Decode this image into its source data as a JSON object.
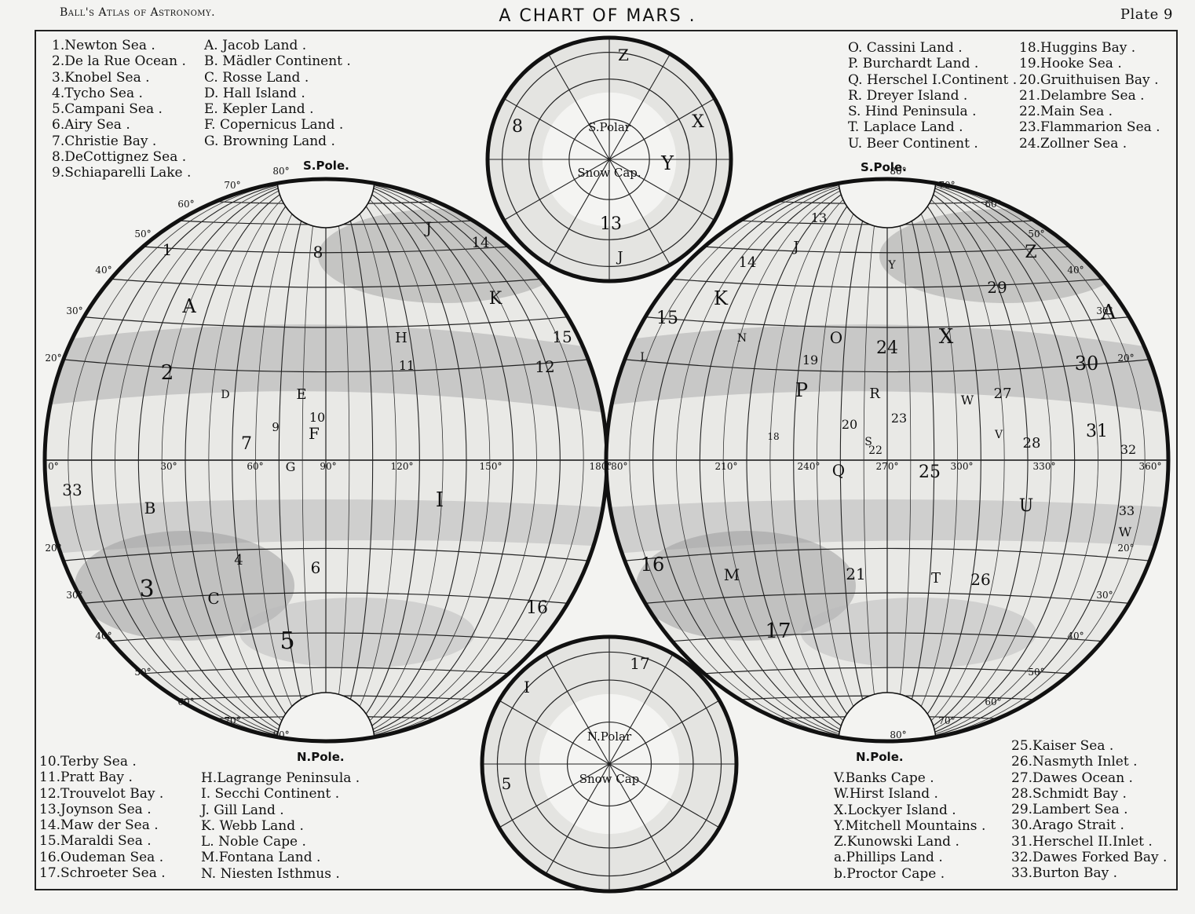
{
  "header": {
    "left": "Ball's Atlas of Astronomy.",
    "title": "A CHART OF MARS .",
    "right": "Plate 9"
  },
  "legend_seas_top": [
    "1.Newton Sea .",
    "2.De la Rue Ocean .",
    "3.Knobel Sea .",
    "4.Tycho Sea .",
    "5.Campani Sea .",
    "6.Airy Sea .",
    "7.Christie Bay .",
    "8.DeCottignez Sea .",
    "9.Schiaparelli Lake ."
  ],
  "legend_lands_top": [
    "A. Jacob Land .",
    "B. Mädler Continent .",
    "C. Rosse Land .",
    "D. Hall Island .",
    "E. Kepler Land .",
    "F. Copernicus Land .",
    "G. Browning Land ."
  ],
  "legend_top_right_a": [
    "O. Cassini Land .",
    "P. Burchardt Land .",
    "Q. Herschel I.Continent .",
    "R. Dreyer Island .",
    "S. Hind Peninsula .",
    "T. Laplace Land .",
    "U. Beer Continent ."
  ],
  "legend_top_right_b": [
    "18.Huggins Bay .",
    "19.Hooke Sea .",
    "20.Gruithuisen Bay .",
    "21.Delambre Sea .",
    "22.Main Sea .",
    "23.Flammarion Sea .",
    "24.Zollner Sea ."
  ],
  "legend_bottom_left_a": [
    "10.Terby Sea .",
    "11.Pratt Bay .",
    "12.Trouvelot Bay .",
    "13.Joynson Sea .",
    "14.Maw der Sea .",
    "15.Maraldi Sea .",
    "16.Oudeman Sea .",
    "17.Schroeter Sea ."
  ],
  "legend_bottom_left_b": [
    "H.Lagrange Peninsula .",
    "I. Secchi Continent .",
    "J. Gill Land .",
    "K. Webb Land .",
    "L. Noble Cape .",
    "M.Fontana Land .",
    "N. Niesten Isthmus ."
  ],
  "legend_bottom_right_a": [
    "V.Banks Cape .",
    "W.Hirst Island .",
    "X.Lockyer Island .",
    "Y.Mitchell Mountains .",
    "Z.Kunowski Land .",
    "a.Phillips Land .",
    "b.Proctor Cape ."
  ],
  "legend_bottom_right_b": [
    "25.Kaiser Sea .",
    "26.Nasmyth Inlet .",
    "27.Dawes Ocean .",
    "28.Schmidt Bay .",
    "29.Lambert Sea .",
    "30.Arago Strait .",
    "31.Herschel II.Inlet .",
    "32.Dawes Forked Bay .",
    "33.Burton Bay ."
  ],
  "pole_labels": {
    "south": "S.Pole.",
    "north": "N.Pole."
  },
  "polar_caps": {
    "south_line1": "S.Polar",
    "south_line2": "Snow Cap.",
    "north_line1": "N.Polar",
    "north_line2": "Snow Cap"
  },
  "left_hemi_numbers": [
    "0°",
    "30°",
    "60°",
    "90°",
    "120°",
    "150°",
    "180°"
  ],
  "right_hemi_numbers": [
    "180°",
    "210°",
    "240°",
    "270°",
    "300°",
    "330°",
    "360°"
  ],
  "lat_labels": [
    "20°",
    "30°",
    "40°",
    "50°",
    "60°",
    "70°",
    "80°"
  ],
  "left_map_labels": [
    "1",
    "A",
    "2",
    "D",
    "E",
    "10",
    "9",
    "F",
    "7",
    "G",
    "H",
    "11",
    "8",
    "J",
    "14",
    "K",
    "15",
    "12",
    "33",
    "B",
    "I",
    "4",
    "6",
    "3",
    "C",
    "5",
    "16"
  ],
  "right_map_labels": [
    "13",
    "J",
    "14",
    "K",
    "15",
    "L",
    "N",
    "O",
    "19",
    "P",
    "Y",
    "24",
    "X",
    "29",
    "Z",
    "A",
    "30",
    "W",
    "27",
    "R",
    "23",
    "20",
    "18",
    "S",
    "22",
    "V",
    "28",
    "31",
    "32",
    "Q",
    "25",
    "U",
    "33",
    "W",
    "16",
    "M",
    "21",
    "T",
    "26",
    "17"
  ],
  "south_polar_labels": [
    "Z",
    "8",
    "X",
    "Y",
    "13",
    "J"
  ],
  "north_polar_labels": [
    "17",
    "I",
    "5"
  ],
  "colors": {
    "paper": "#f3f3f1",
    "ink": "#111111",
    "shade": "#b9b9b9",
    "ocean_dark": "#9a9a9a"
  }
}
